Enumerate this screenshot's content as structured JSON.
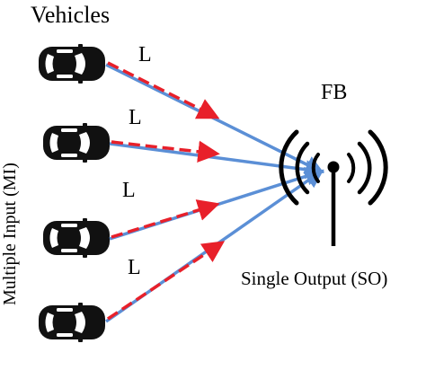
{
  "title": "Vehicles",
  "receiver_label": "FB",
  "output_label": "Single Output (SO)",
  "input_label": "Multiple Input (MI)",
  "links": [
    {
      "label": "L"
    },
    {
      "label": "L"
    },
    {
      "label": "L"
    },
    {
      "label": "L"
    }
  ],
  "colors": {
    "link_blue": "#5b8fd6",
    "link_red_dashed": "#e8202a",
    "car_body": "#111111",
    "antenna": "#000000"
  },
  "icons": [
    "car-icon",
    "antenna-icon",
    "signal-wave-icon"
  ]
}
